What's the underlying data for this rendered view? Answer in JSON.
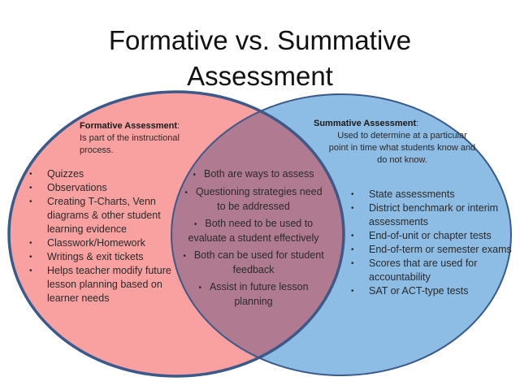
{
  "title": {
    "line1": "Formative vs. Summative",
    "line2": "Assessment"
  },
  "colors": {
    "formative_fill": "#F9A1A1",
    "summative_fill": "#8DBCE4",
    "overlap_fill": "#B07A90",
    "outline": "#3B5A8A"
  },
  "formative": {
    "heading": "Formative Assessment",
    "heading_suffix": ":",
    "description_line1": "Is part of the instructional",
    "description_line2": "process.",
    "items": [
      "Quizzes",
      "Observations",
      "Creating T-Charts, Venn diagrams & other student learning evidence",
      "Classwork/Homework",
      "Writings & exit tickets",
      "Helps teacher modify future lesson planning based on learner needs"
    ]
  },
  "summative": {
    "heading": "Summative Assessment",
    "heading_suffix": ":",
    "description_line1": "Used to determine at a particular",
    "description_line2": "point in time what students know and",
    "description_line3": "do not know.",
    "items": [
      "State assessments",
      "District benchmark or interim assessments",
      "End-of-unit  or chapter tests",
      "End-of-term  or semester exams",
      "Scores that are used for accountability",
      "SAT or ACT-type tests"
    ]
  },
  "both": {
    "items": [
      "Both are ways to assess",
      "Questioning strategies need to be addressed",
      "Both need to be used to evaluate a student effectively",
      "Both can be used for student feedback",
      "Assist in future lesson planning"
    ]
  },
  "bullet_glyph": "•"
}
